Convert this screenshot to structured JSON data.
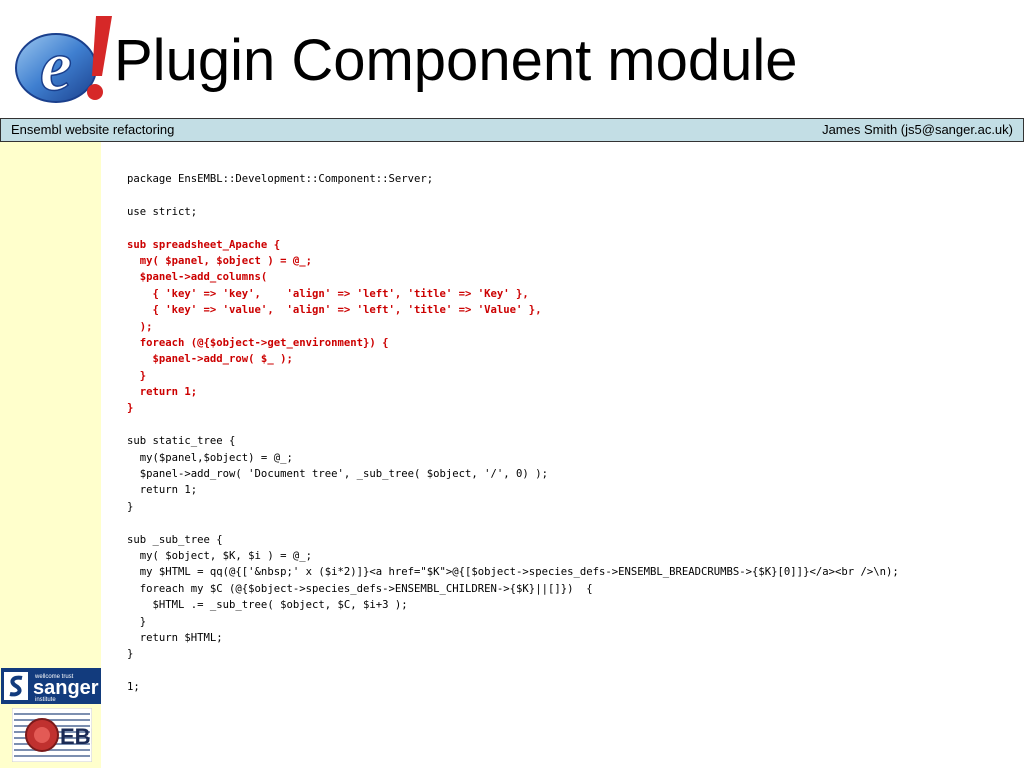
{
  "header": {
    "title": "Plugin Component module"
  },
  "footer_bar": {
    "left": "Ensembl website refactoring",
    "right": "James Smith (js5@sanger.ac.uk)"
  },
  "logos": {
    "ensembl": "e!",
    "sanger_top": "wellcome trust",
    "sanger_main": "sanger",
    "sanger_sub": "institute",
    "ebi": "EBI"
  },
  "code_lines": [
    {
      "text": "package EnsEMBL::Development::Component::Server;",
      "hl": false
    },
    {
      "text": "",
      "hl": false
    },
    {
      "text": "use strict;",
      "hl": false
    },
    {
      "text": "",
      "hl": false
    },
    {
      "text": "sub spreadsheet_Apache {",
      "hl": true
    },
    {
      "text": "  my( $panel, $object ) = @_;",
      "hl": true
    },
    {
      "text": "  $panel->add_columns(",
      "hl": true
    },
    {
      "text": "    { 'key' => 'key',    'align' => 'left', 'title' => 'Key' },",
      "hl": true
    },
    {
      "text": "    { 'key' => 'value',  'align' => 'left', 'title' => 'Value' },",
      "hl": true
    },
    {
      "text": "  );",
      "hl": true
    },
    {
      "text": "  foreach (@{$object->get_environment}) {",
      "hl": true
    },
    {
      "text": "    $panel->add_row( $_ );",
      "hl": true
    },
    {
      "text": "  }",
      "hl": true
    },
    {
      "text": "  return 1;",
      "hl": true
    },
    {
      "text": "}",
      "hl": true
    },
    {
      "text": "",
      "hl": false
    },
    {
      "text": "sub static_tree {",
      "hl": false
    },
    {
      "text": "  my($panel,$object) = @_;",
      "hl": false
    },
    {
      "text": "  $panel->add_row( 'Document tree', _sub_tree( $object, '/', 0) );",
      "hl": false
    },
    {
      "text": "  return 1;",
      "hl": false
    },
    {
      "text": "}",
      "hl": false
    },
    {
      "text": "",
      "hl": false
    },
    {
      "text": "sub _sub_tree {",
      "hl": false
    },
    {
      "text": "  my( $object, $K, $i ) = @_;",
      "hl": false
    },
    {
      "text": "  my $HTML = qq(@{['&nbsp;' x ($i*2)]}<a href=\"$K\">@{[$object->species_defs->ENSEMBL_BREADCRUMBS->{$K}[0]]}</a><br />\\n);",
      "hl": false
    },
    {
      "text": "  foreach my $C (@{$object->species_defs->ENSEMBL_CHILDREN->{$K}||[]})  {",
      "hl": false
    },
    {
      "text": "    $HTML .= _sub_tree( $object, $C, $i+3 );",
      "hl": false
    },
    {
      "text": "  }",
      "hl": false
    },
    {
      "text": "  return $HTML;",
      "hl": false
    },
    {
      "text": "}",
      "hl": false
    },
    {
      "text": "",
      "hl": false
    },
    {
      "text": "1;",
      "hl": false
    }
  ]
}
